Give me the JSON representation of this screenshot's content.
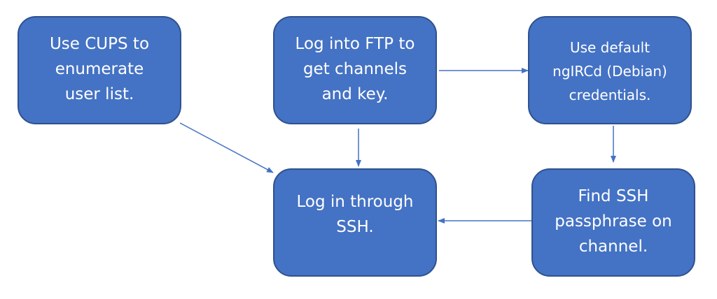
{
  "diagram": {
    "accent_color": "#4472c4",
    "border_color": "#2f528f",
    "nodes": {
      "cups": {
        "label": "Use CUPS to\nenumerate\nuser list."
      },
      "ftp": {
        "label": "Log into FTP to\nget channels\nand key."
      },
      "ngircd": {
        "label": "Use default\nngIRCd (Debian)\ncredentials."
      },
      "ssh_login": {
        "label": "Log in through\nSSH."
      },
      "passphrase": {
        "label": "Find SSH\npassphrase on\nchannel."
      }
    },
    "edges": [
      {
        "from": "cups",
        "to": "ssh_login"
      },
      {
        "from": "ftp",
        "to": "ssh_login"
      },
      {
        "from": "ftp",
        "to": "ngircd"
      },
      {
        "from": "ngircd",
        "to": "passphrase"
      },
      {
        "from": "passphrase",
        "to": "ssh_login"
      }
    ]
  }
}
